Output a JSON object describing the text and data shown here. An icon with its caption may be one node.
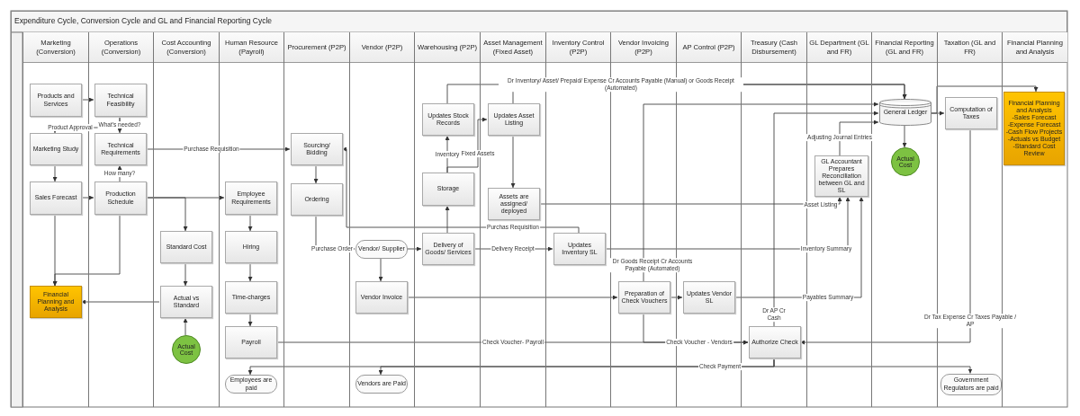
{
  "diagram": {
    "title": "Expenditure Cycle, Conversion Cycle and GL and Financial Reporting Cycle",
    "nodes": [
      {
        "text": [
          "Marketing (Conversion)"
        ]
      },
      {
        "text": [
          "Operations (Conversion)"
        ]
      },
      {
        "text": [
          "Cost Accounting (Conversion)"
        ]
      },
      {
        "text": [
          "Human Resource (Payroll)"
        ]
      },
      {
        "text": [
          "Procurement (P2P)"
        ]
      },
      {
        "text": [
          "Vendor (P2P)"
        ]
      },
      {
        "text": [
          "Warehousing (P2P)"
        ]
      },
      {
        "text": [
          "Asset Management (Fixed Asset)"
        ]
      },
      {
        "text": [
          "Inventory Control (P2P)"
        ]
      },
      {
        "text": [
          "Vendor Invoicing (P2P)"
        ]
      },
      {
        "text": [
          "AP Control (P2P)"
        ]
      },
      {
        "text": [
          "Treasury (Cash Disbursement)"
        ]
      },
      {
        "text": [
          "GL Department (GL and FR)"
        ]
      },
      {
        "text": [
          "Financial Reporting (GL and FR)"
        ]
      },
      {
        "text": [
          "Taxation (GL and FR)"
        ]
      },
      {
        "text": [
          "Financial Planning and Analysis"
        ]
      },
      {
        "text": [
          "Products and Services"
        ],
        "in": 0
      },
      {
        "text": [
          "Marketing Study"
        ],
        "in": 0
      },
      {
        "text": [
          "Sales Forecast"
        ],
        "in": 0
      },
      {
        "text": [
          "Financial Planning and Analysis"
        ],
        "in": 0
      },
      {
        "text": [
          "Technical Feasibility"
        ],
        "in": 1
      },
      {
        "text": [
          "Technical Requirements"
        ],
        "in": 1
      },
      {
        "text": [
          "Production Schedule"
        ],
        "in": 1
      },
      {
        "text": [
          "Standard Cost"
        ],
        "in": 2
      },
      {
        "text": [
          "Actual vs Standard"
        ],
        "in": 2
      },
      {
        "text": [
          "Actual Cost"
        ],
        "in": 2
      },
      {
        "text": [
          "Employee Requirements"
        ],
        "in": 3
      },
      {
        "text": [
          "Hiring"
        ],
        "in": 3
      },
      {
        "text": [
          "Time-charges"
        ],
        "in": 3
      },
      {
        "text": [
          "Payroll"
        ],
        "in": 3
      },
      {
        "text": [
          "Employees are paid"
        ],
        "in": 3
      },
      {
        "text": [
          "Sourcing/ Bidding"
        ],
        "in": 4
      },
      {
        "text": [
          "Ordering"
        ],
        "in": 4
      },
      {
        "text": [
          "Vendor/ Supplier"
        ],
        "in": 5
      },
      {
        "text": [
          "Vendor Invoice"
        ],
        "in": 5
      },
      {
        "text": [
          "Vendors are Paid"
        ],
        "in": 5
      },
      {
        "text": [
          "Updates Stock Records"
        ],
        "in": 6
      },
      {
        "text": [
          "Storage"
        ],
        "in": 6
      },
      {
        "text": [
          "Delivery of Goods/ Services"
        ],
        "in": 6
      },
      {
        "text": [
          "Updates Asset Listing"
        ],
        "in": 7
      },
      {
        "text": [
          "Assets are assigned/ deployed"
        ],
        "in": 7
      },
      {
        "text": [
          "Updates Inventory SL"
        ],
        "in": 8
      },
      {
        "text": [
          "Preparation of Check Vouchers"
        ],
        "in": 9
      },
      {
        "text": [
          "Updates Vendor SL"
        ],
        "in": 10
      },
      {
        "text": [
          "Authorize Check"
        ],
        "in": 11
      },
      {
        "text": [
          "GL Accountant Prepares Reconciliation between GL and SL"
        ],
        "in": 12
      },
      {
        "text": [
          "General Ledger"
        ],
        "in": 13
      },
      {
        "text": [
          "Actual Cost"
        ],
        "in": 13
      },
      {
        "text": [
          "Computation of Taxes"
        ],
        "in": 14
      },
      {
        "text": [
          "Government Regulators are paid"
        ],
        "in": 14
      },
      {
        "text": [
          "Financial Planning and Analysis",
          "-Sales Forecast",
          "-Expense Forecast",
          "-Cash Flow Projects",
          "-Actuals vs Budget",
          "-Standard Cost Review"
        ],
        "in": 15
      }
    ],
    "edges": [
      {
        "from": 16,
        "to": 20,
        "arrow": "to"
      },
      {
        "from": 20,
        "to": 21,
        "arrow": "to",
        "label": "What's needed?"
      },
      {
        "from": 20,
        "to": 17,
        "arrow": "to",
        "label": "Product Approval"
      },
      {
        "from": 17,
        "to": 18,
        "arrow": "to"
      },
      {
        "from": 18,
        "to": 22,
        "arrow": "to"
      },
      {
        "from": 22,
        "to": 21,
        "arrow": "to",
        "label": "How many?"
      },
      {
        "from": 21,
        "to": 31,
        "arrow": "to",
        "label": "Purchase Requisition"
      },
      {
        "from": 22,
        "to": 26,
        "arrow": "to"
      },
      {
        "from": 22,
        "to": 23,
        "arrow": "to"
      },
      {
        "from": 18,
        "to": 19,
        "arrow": "to"
      },
      {
        "from": 22,
        "to": 19,
        "arrow": "to"
      },
      {
        "from": 24,
        "to": 19,
        "arrow": "to"
      },
      {
        "from": 23,
        "to": 24,
        "arrow": "to"
      },
      {
        "from": 25,
        "to": 24,
        "arrow": "to"
      },
      {
        "from": 26,
        "to": 27,
        "arrow": "to"
      },
      {
        "from": 27,
        "to": 28,
        "arrow": "to"
      },
      {
        "from": 28,
        "to": 29,
        "arrow": "to"
      },
      {
        "from": 29,
        "to": 44,
        "arrow": "to",
        "label": "Check Voucher- Payroll"
      },
      {
        "from": 44,
        "to": 30,
        "arrow": "to"
      },
      {
        "from": 44,
        "to": 35,
        "arrow": "to",
        "label": "Check Payment"
      },
      {
        "from": 44,
        "to": 49,
        "arrow": "to"
      },
      {
        "from": 31,
        "to": 32,
        "arrow": "to"
      },
      {
        "from": 32,
        "to": 33,
        "arrow": "to",
        "label": "Purchase Order"
      },
      {
        "from": 33,
        "to": 38,
        "arrow": "to"
      },
      {
        "from": 33,
        "to": 34,
        "arrow": "to"
      },
      {
        "from": 38,
        "to": 37,
        "arrow": "to"
      },
      {
        "from": 37,
        "to": 36,
        "arrow": "to",
        "label": "Inventory"
      },
      {
        "from": 37,
        "to": 39,
        "arrow": "to",
        "label": "Fixed Assets"
      },
      {
        "from": 39,
        "to": 40,
        "arrow": "to"
      },
      {
        "from": 38,
        "to": 41,
        "arrow": "to",
        "label": "Delivery Receipt"
      },
      {
        "from": 41,
        "to": 31,
        "arrow": "to",
        "label": "Purchas Requisition"
      },
      {
        "from": 36,
        "to": 46,
        "arrow": "to",
        "label": "Dr Inventory/ Asset/ Prepaid/ Expense Cr Accounts Payable (Manual) or Goods Receipt (Automated)"
      },
      {
        "from": 39,
        "to": 46,
        "arrow": "to"
      },
      {
        "from": 42,
        "to": 46,
        "arrow": "to",
        "label": "Dr Goods Receipt Cr Accounts Payable (Automated)"
      },
      {
        "from": 44,
        "to": 46,
        "arrow": "to",
        "label": "Dr AP Cr Cash"
      },
      {
        "from": 45,
        "to": 46,
        "arrow": "to",
        "label": "Adjusting Journal Entries"
      },
      {
        "from": 40,
        "to": 45,
        "arrow": "to",
        "label": "Asset Listing"
      },
      {
        "from": 41,
        "to": 45,
        "arrow": "to",
        "label": "Inventory Summary"
      },
      {
        "from": 43,
        "to": 45,
        "arrow": "to",
        "label": "Payables Summary"
      },
      {
        "from": 34,
        "to": 42,
        "arrow": "to"
      },
      {
        "from": 42,
        "to": 43,
        "arrow": "to"
      },
      {
        "from": 42,
        "to": 44,
        "arrow": "to",
        "label": "Check Voucher - Vendors"
      },
      {
        "from": 46,
        "to": 47,
        "arrow": "to"
      },
      {
        "from": 46,
        "to": 48,
        "arrow": "to"
      },
      {
        "from": 46,
        "to": 50,
        "arrow": "to"
      },
      {
        "from": 48,
        "to": 44,
        "arrow": "to",
        "label": "Dr Tax Expense Cr Taxes Payable / AP"
      }
    ]
  }
}
